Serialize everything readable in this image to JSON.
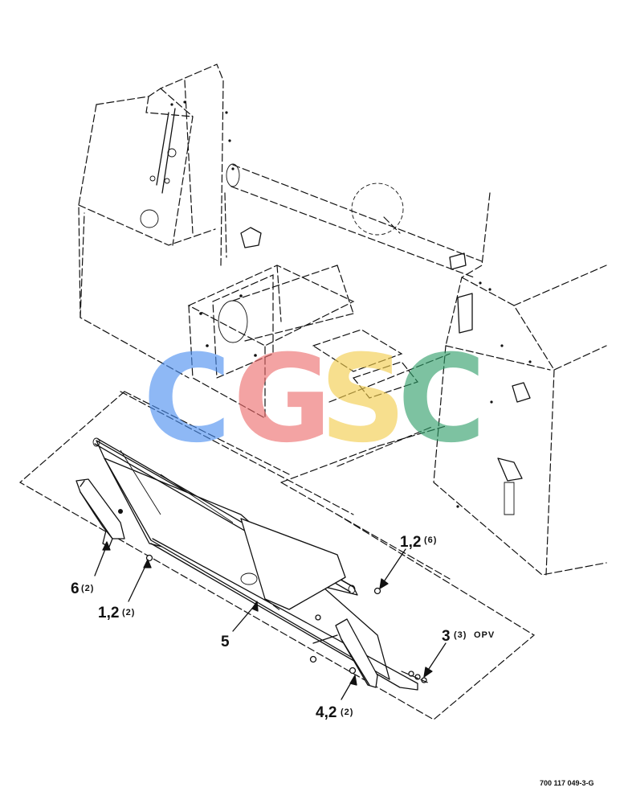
{
  "callouts": {
    "c6": {
      "num": "6",
      "qty": "(2)"
    },
    "c12a": {
      "num": "1,2",
      "qty": "(2)"
    },
    "c12b": {
      "num": "1,2",
      "qty": "(6)"
    },
    "c5": {
      "num": "5"
    },
    "c3": {
      "num": "3",
      "qty": "(3)",
      "extra": "OPV"
    },
    "c42": {
      "num": "4,2",
      "qty": "(2)"
    }
  },
  "drawing_number": "700 117 049-3-G",
  "watermark": {
    "letters": [
      "C",
      "G",
      "S",
      "C"
    ],
    "colors": [
      "#4a8ef0",
      "#ec6b6b",
      "#f3cc4a",
      "#2f9e68"
    ]
  }
}
